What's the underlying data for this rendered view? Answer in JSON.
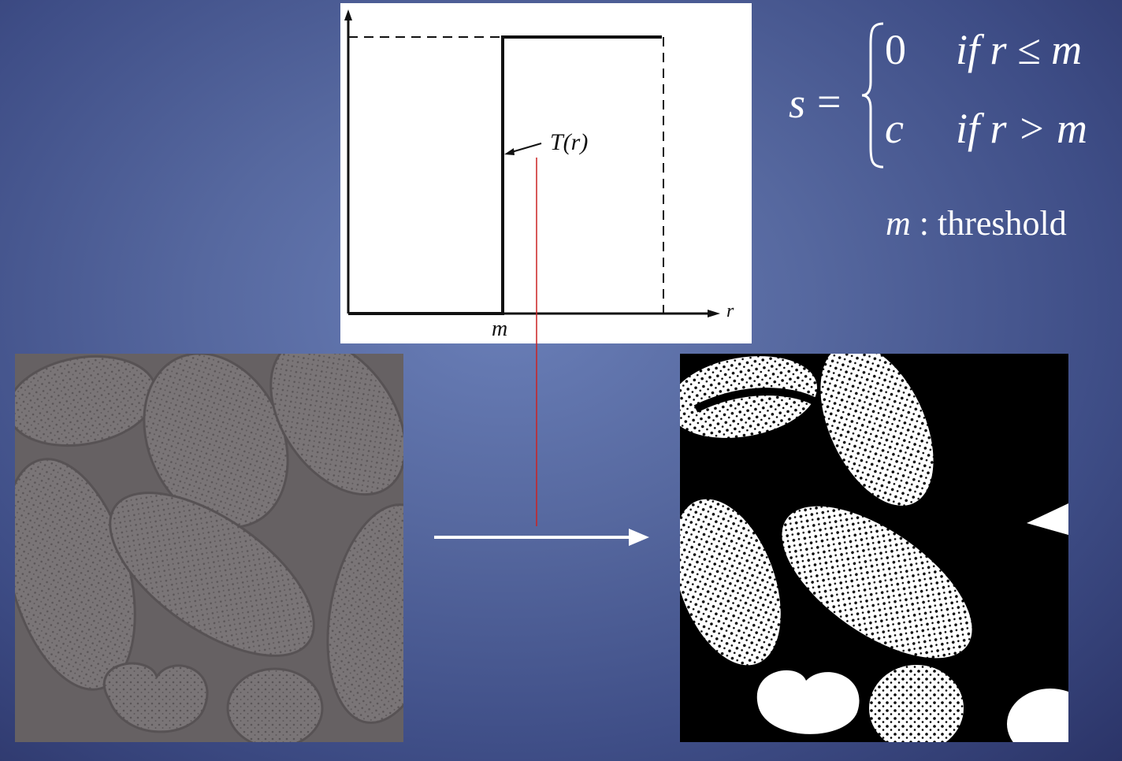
{
  "graph": {
    "function_label": "T(r)",
    "x_axis_label": "r",
    "threshold_tick_label": "m"
  },
  "formula": {
    "lhs": "s",
    "equals": "=",
    "case_low_value": "0",
    "case_low_condition": "if r ≤ m",
    "case_high_value": "c",
    "case_high_condition": "if r > m"
  },
  "legend_note": {
    "symbol": "m",
    "text": ": threshold"
  },
  "images": {
    "input": "low-contrast pollen image",
    "output": "thresholded binary pollen image"
  },
  "colors": {
    "arrow": "#ffffff",
    "connector": "#cc2222",
    "input_gray": "#6a6567"
  }
}
